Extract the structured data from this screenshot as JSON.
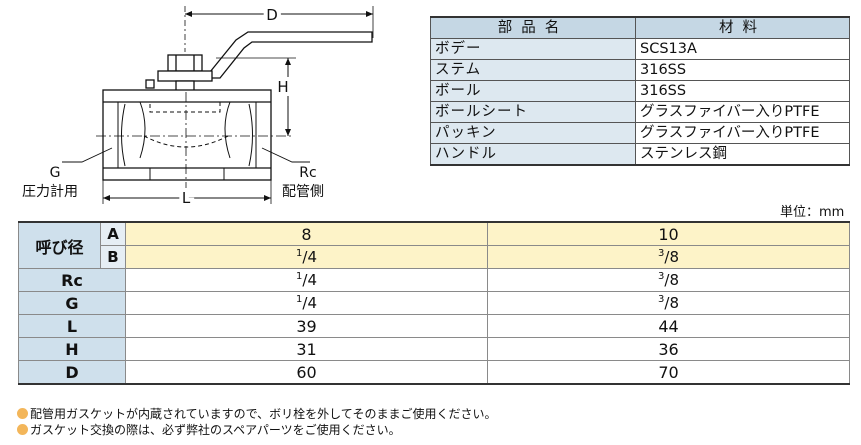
{
  "drawing": {
    "label_d": "D",
    "label_h": "H",
    "label_l": "L",
    "label_g": "G",
    "label_rc": "Rc",
    "caption_left": "圧力計用",
    "caption_right": "配管側"
  },
  "materials": {
    "header_part": "部品名",
    "header_material": "材料",
    "rows": [
      {
        "part": "ボデー",
        "material": "SCS13A"
      },
      {
        "part": "ステム",
        "material": "316SS"
      },
      {
        "part": "ボール",
        "material": "316SS"
      },
      {
        "part": "ボールシート",
        "material": "グラスファイバー入りPTFE"
      },
      {
        "part": "パッキン",
        "material": "グラスファイバー入りPTFE"
      },
      {
        "part": "ハンドル",
        "material": "ステンレス鋼"
      }
    ]
  },
  "unit": "単位：mm",
  "dimensions": {
    "nominal_label": "呼び径",
    "row_a_label": "A",
    "row_b_label": "B",
    "a_values": [
      "8",
      "10"
    ],
    "b_values": [
      {
        "num": "1",
        "den": "4"
      },
      {
        "num": "3",
        "den": "8"
      }
    ],
    "rows": [
      {
        "label": "Rc",
        "v1": {
          "num": "1",
          "den": "4"
        },
        "v2": {
          "num": "3",
          "den": "8"
        }
      },
      {
        "label": "G",
        "v1": {
          "num": "1",
          "den": "4"
        },
        "v2": {
          "num": "3",
          "den": "8"
        }
      },
      {
        "label": "L",
        "v1": "39",
        "v2": "44"
      },
      {
        "label": "H",
        "v1": "31",
        "v2": "36"
      },
      {
        "label": "D",
        "v1": "60",
        "v2": "70"
      }
    ]
  },
  "notes": [
    "配管用ガスケットが内蔵されていますので、ボリ栓を外してそのままご使用ください。",
    "ガスケット交換の際は、必ず弊社のスペアパーツをご使用ください。"
  ],
  "colors": {
    "header_blue": "#c5d7e4",
    "value_yellow": "#fdf3c8",
    "bullet_orange": "#f3b65a"
  }
}
